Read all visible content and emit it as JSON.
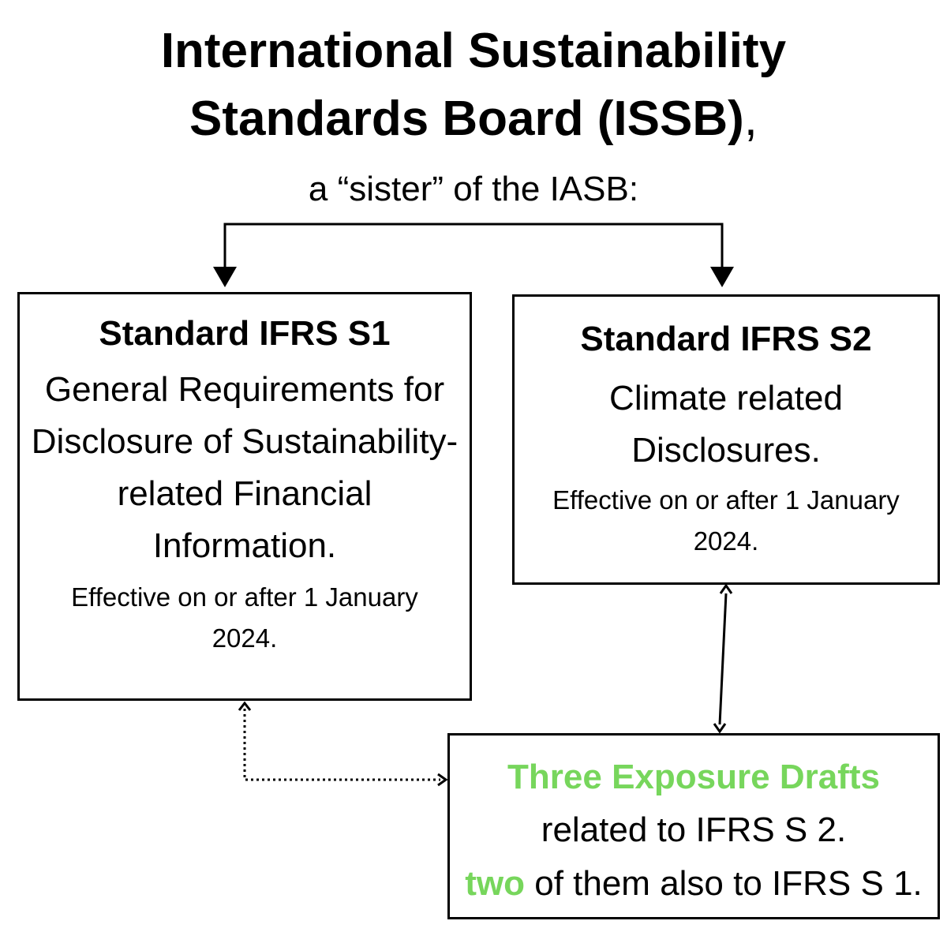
{
  "title": {
    "line1": "International Sustainability",
    "line2": "Standards Board (ISSB)",
    "line2_suffix": ","
  },
  "subtitle": "a “sister” of the IASB:",
  "s1": {
    "heading": "Standard IFRS S1",
    "description": "General Requirements for Disclosure of Sustainability-related Financial Information.",
    "effective": "Effective on or after 1 January 2024."
  },
  "s2": {
    "heading": "Standard IFRS S2",
    "description": "Climate related Disclosures.",
    "effective": "Effective on or after 1 January 2024."
  },
  "exposure": {
    "highlight": "Three Exposure Drafts",
    "line2": "related to IFRS S 2.",
    "highlight2": "two",
    "line3_rest": " of them also to IFRS S 1."
  },
  "colors": {
    "highlight": "#77d65c",
    "border": "#000000",
    "text": "#000000"
  }
}
